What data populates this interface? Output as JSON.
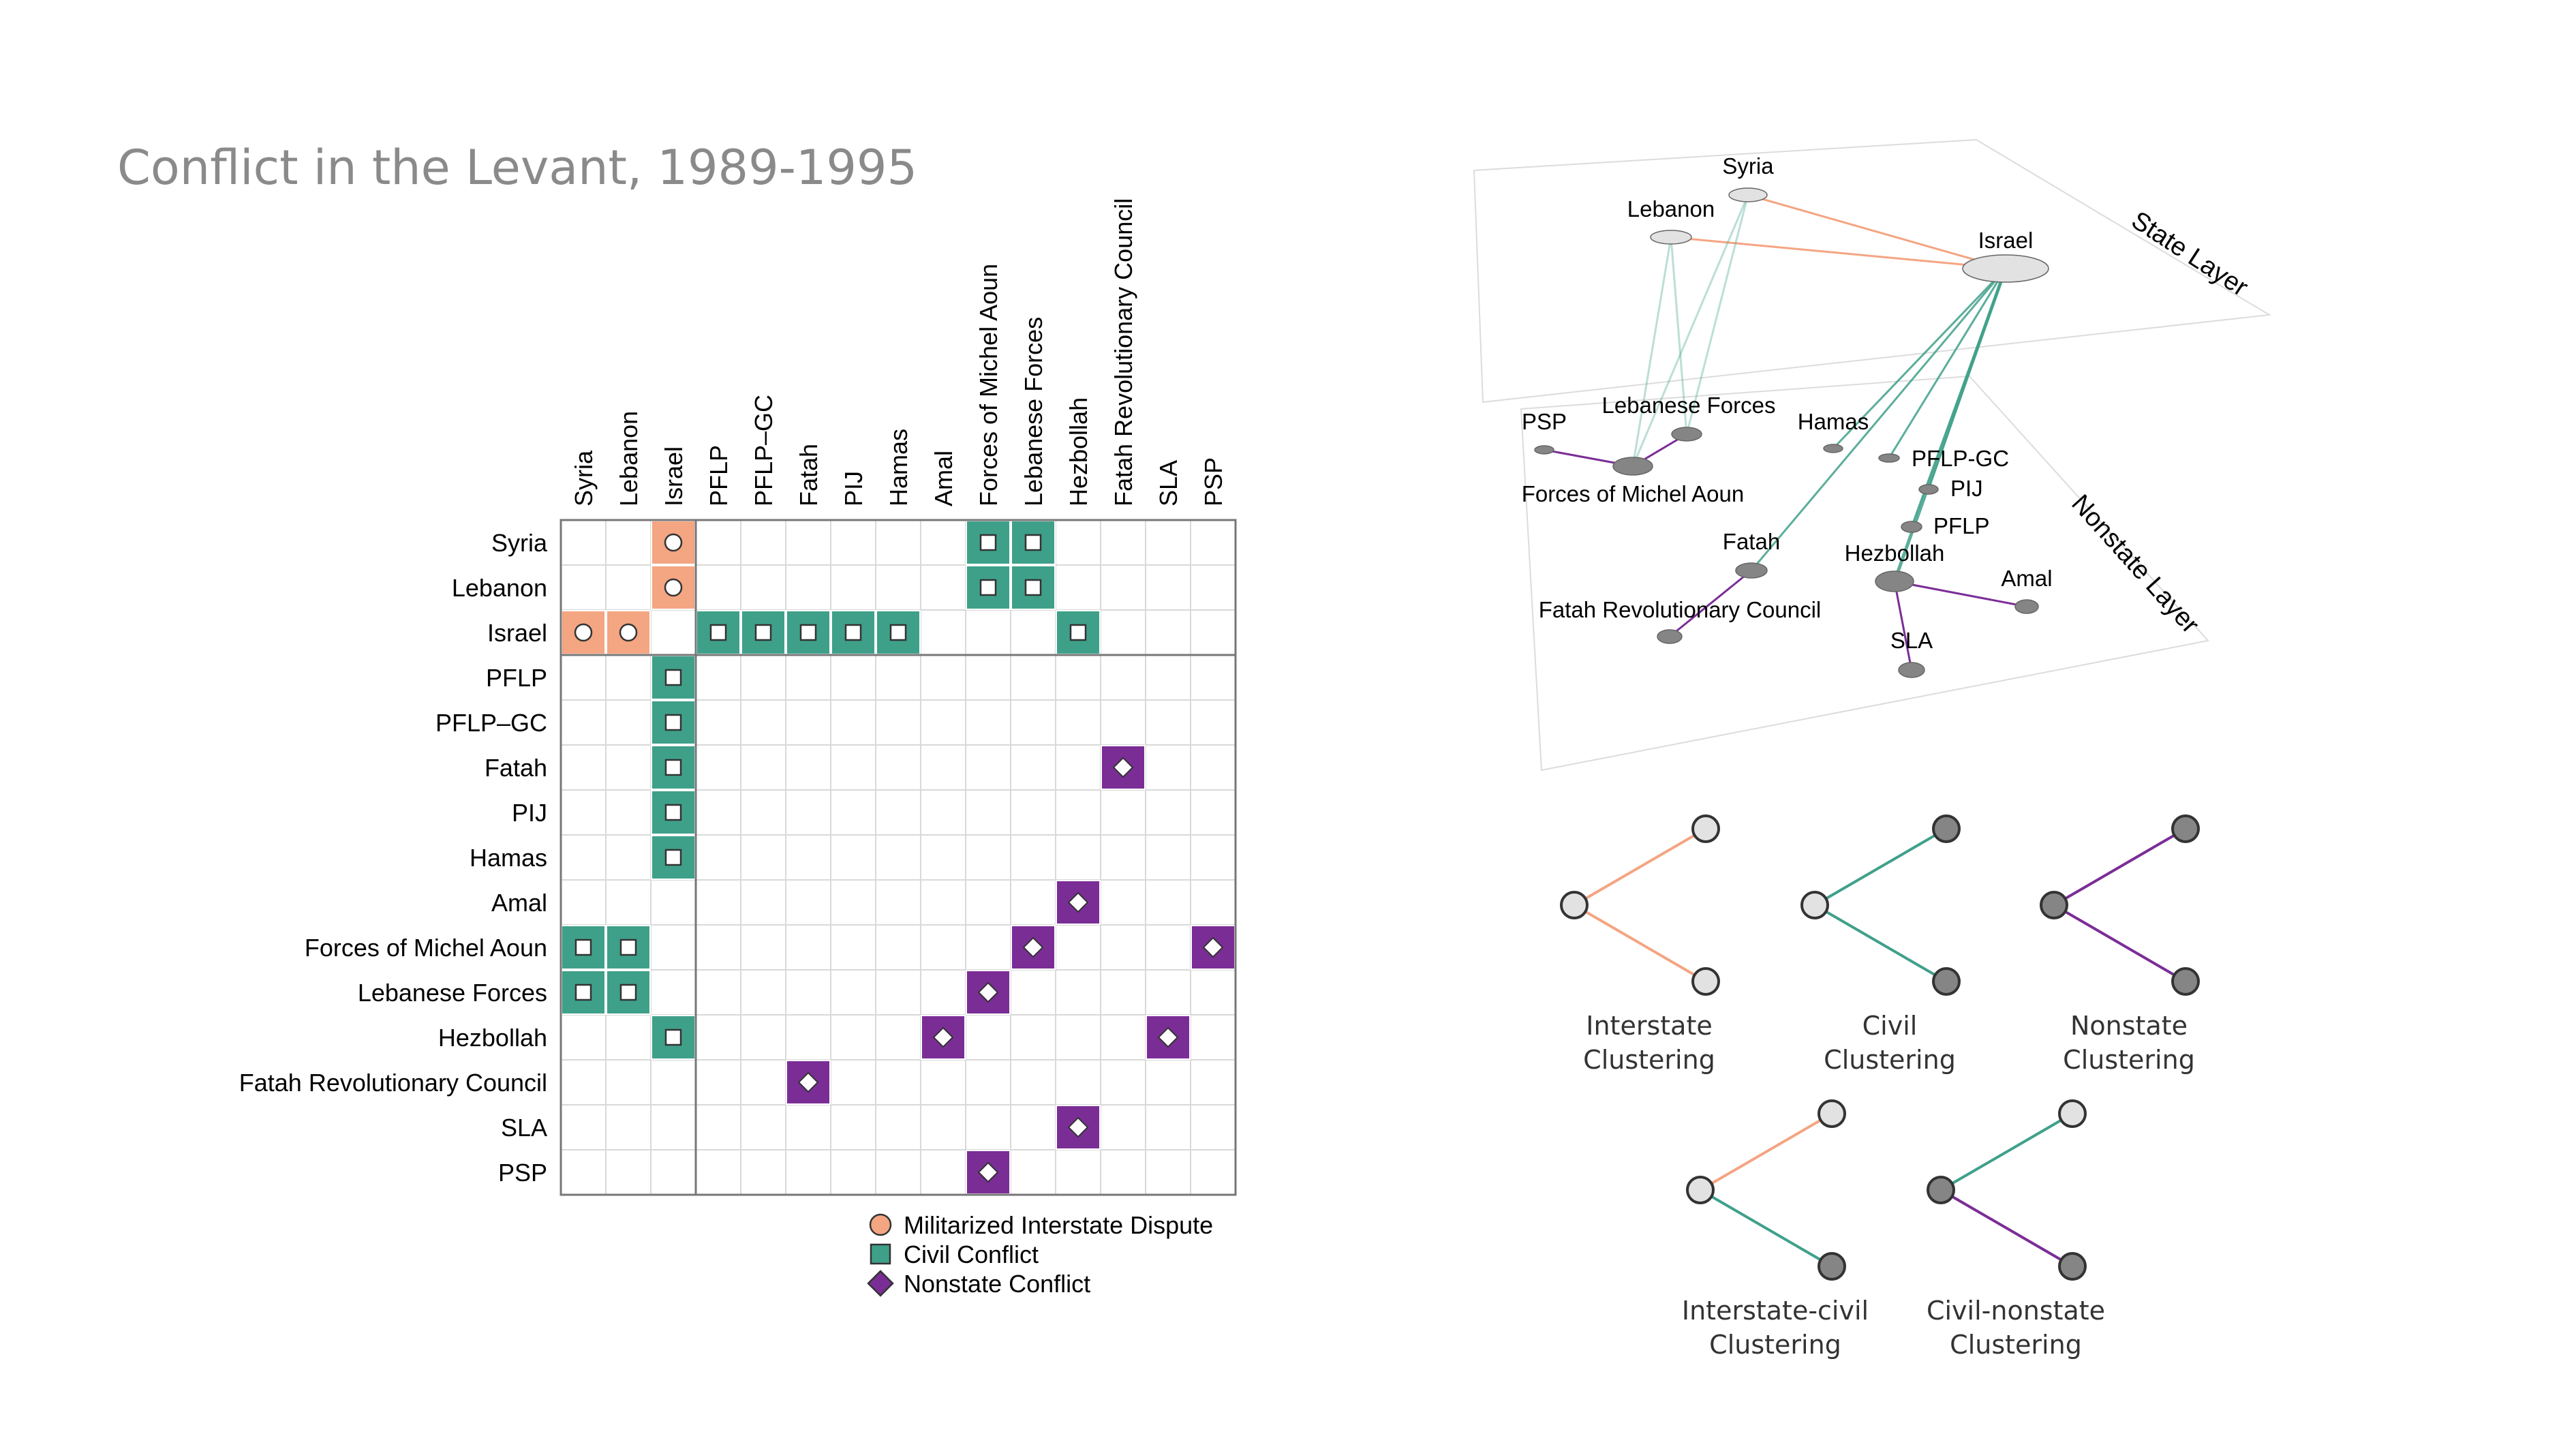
{
  "title": "Conflict in the Levant, 1989-1995",
  "colors": {
    "interstate": "#f4a582",
    "civil": "#3fa08a",
    "nonstate": "#7b2d96",
    "state_node": "#e2e2e2",
    "nonstate_node": "#858585",
    "grid": "#d9d9d9",
    "border": "#777777"
  },
  "chart_data": [
    {
      "type": "heatmap",
      "actors": [
        "Syria",
        "Lebanon",
        "Israel",
        "PFLP",
        "PFLP–GC",
        "Fatah",
        "PIJ",
        "Hamas",
        "Amal",
        "Forces of Michel Aoun",
        "Lebanese Forces",
        "Hezbollah",
        "Fatah Revolutionary Council",
        "SLA",
        "PSP"
      ],
      "state_count": 3,
      "legend": [
        {
          "key": "interstate",
          "label": "Militarized Interstate Dispute",
          "marker": "circle"
        },
        {
          "key": "civil",
          "label": "Civil Conflict",
          "marker": "square"
        },
        {
          "key": "nonstate",
          "label": "Nonstate Conflict",
          "marker": "diamond"
        }
      ],
      "legend_position": "bottom-right",
      "edges": [
        {
          "row": "Syria",
          "col": "Israel",
          "type": "interstate"
        },
        {
          "row": "Syria",
          "col": "Forces of Michel Aoun",
          "type": "civil"
        },
        {
          "row": "Syria",
          "col": "Lebanese Forces",
          "type": "civil"
        },
        {
          "row": "Lebanon",
          "col": "Israel",
          "type": "interstate"
        },
        {
          "row": "Lebanon",
          "col": "Forces of Michel Aoun",
          "type": "civil"
        },
        {
          "row": "Lebanon",
          "col": "Lebanese Forces",
          "type": "civil"
        },
        {
          "row": "Israel",
          "col": "Syria",
          "type": "interstate"
        },
        {
          "row": "Israel",
          "col": "Lebanon",
          "type": "interstate"
        },
        {
          "row": "Israel",
          "col": "PFLP",
          "type": "civil"
        },
        {
          "row": "Israel",
          "col": "PFLP–GC",
          "type": "civil"
        },
        {
          "row": "Israel",
          "col": "Fatah",
          "type": "civil"
        },
        {
          "row": "Israel",
          "col": "PIJ",
          "type": "civil"
        },
        {
          "row": "Israel",
          "col": "Hamas",
          "type": "civil"
        },
        {
          "row": "Israel",
          "col": "Hezbollah",
          "type": "civil"
        },
        {
          "row": "PFLP",
          "col": "Israel",
          "type": "civil"
        },
        {
          "row": "PFLP–GC",
          "col": "Israel",
          "type": "civil"
        },
        {
          "row": "Fatah",
          "col": "Israel",
          "type": "civil"
        },
        {
          "row": "Fatah",
          "col": "Fatah Revolutionary Council",
          "type": "nonstate"
        },
        {
          "row": "PIJ",
          "col": "Israel",
          "type": "civil"
        },
        {
          "row": "Hamas",
          "col": "Israel",
          "type": "civil"
        },
        {
          "row": "Amal",
          "col": "Hezbollah",
          "type": "nonstate"
        },
        {
          "row": "Forces of Michel Aoun",
          "col": "Syria",
          "type": "civil"
        },
        {
          "row": "Forces of Michel Aoun",
          "col": "Lebanon",
          "type": "civil"
        },
        {
          "row": "Forces of Michel Aoun",
          "col": "Lebanese Forces",
          "type": "nonstate"
        },
        {
          "row": "Forces of Michel Aoun",
          "col": "PSP",
          "type": "nonstate"
        },
        {
          "row": "Lebanese Forces",
          "col": "Syria",
          "type": "civil"
        },
        {
          "row": "Lebanese Forces",
          "col": "Lebanon",
          "type": "civil"
        },
        {
          "row": "Lebanese Forces",
          "col": "Forces of Michel Aoun",
          "type": "nonstate"
        },
        {
          "row": "Hezbollah",
          "col": "Israel",
          "type": "civil"
        },
        {
          "row": "Hezbollah",
          "col": "Amal",
          "type": "nonstate"
        },
        {
          "row": "Hezbollah",
          "col": "SLA",
          "type": "nonstate"
        },
        {
          "row": "Fatah Revolutionary Council",
          "col": "Fatah",
          "type": "nonstate"
        },
        {
          "row": "SLA",
          "col": "Hezbollah",
          "type": "nonstate"
        },
        {
          "row": "PSP",
          "col": "Forces of Michel Aoun",
          "type": "nonstate"
        }
      ]
    },
    {
      "type": "network",
      "layers": [
        "State Layer",
        "Nonstate Layer"
      ],
      "nodes": [
        {
          "id": "Syria",
          "layer": "state"
        },
        {
          "id": "Lebanon",
          "layer": "state"
        },
        {
          "id": "Israel",
          "layer": "state"
        },
        {
          "id": "PSP",
          "layer": "nonstate"
        },
        {
          "id": "Lebanese Forces",
          "layer": "nonstate"
        },
        {
          "id": "Forces of Michel Aoun",
          "layer": "nonstate"
        },
        {
          "id": "Hamas",
          "layer": "nonstate"
        },
        {
          "id": "PFLP-GC",
          "layer": "nonstate"
        },
        {
          "id": "PIJ",
          "layer": "nonstate"
        },
        {
          "id": "PFLP",
          "layer": "nonstate"
        },
        {
          "id": "Fatah",
          "layer": "nonstate"
        },
        {
          "id": "Hezbollah",
          "layer": "nonstate"
        },
        {
          "id": "Amal",
          "layer": "nonstate"
        },
        {
          "id": "Fatah Revolutionary Council",
          "layer": "nonstate"
        },
        {
          "id": "SLA",
          "layer": "nonstate"
        }
      ],
      "edges": [
        {
          "a": "Syria",
          "b": "Israel",
          "type": "interstate"
        },
        {
          "a": "Lebanon",
          "b": "Israel",
          "type": "interstate"
        },
        {
          "a": "Syria",
          "b": "Forces of Michel Aoun",
          "type": "civil"
        },
        {
          "a": "Syria",
          "b": "Lebanese Forces",
          "type": "civil"
        },
        {
          "a": "Lebanon",
          "b": "Forces of Michel Aoun",
          "type": "civil"
        },
        {
          "a": "Lebanon",
          "b": "Lebanese Forces",
          "type": "civil"
        },
        {
          "a": "Israel",
          "b": "Hamas",
          "type": "civil"
        },
        {
          "a": "Israel",
          "b": "PFLP-GC",
          "type": "civil"
        },
        {
          "a": "Israel",
          "b": "PIJ",
          "type": "civil"
        },
        {
          "a": "Israel",
          "b": "PFLP",
          "type": "civil"
        },
        {
          "a": "Israel",
          "b": "Fatah",
          "type": "civil"
        },
        {
          "a": "Israel",
          "b": "Hezbollah",
          "type": "civil"
        },
        {
          "a": "PSP",
          "b": "Forces of Michel Aoun",
          "type": "nonstate"
        },
        {
          "a": "Lebanese Forces",
          "b": "Forces of Michel Aoun",
          "type": "nonstate"
        },
        {
          "a": "Fatah",
          "b": "Fatah Revolutionary Council",
          "type": "nonstate"
        },
        {
          "a": "Hezbollah",
          "b": "Amal",
          "type": "nonstate"
        },
        {
          "a": "Hezbollah",
          "b": "SLA",
          "type": "nonstate"
        }
      ]
    },
    {
      "type": "diagram",
      "motifs": [
        {
          "label": "Interstate\nClustering",
          "apex": "state",
          "top": "state",
          "bottom": "state",
          "top_edge": "interstate",
          "bottom_edge": "interstate"
        },
        {
          "label": "Civil\nClustering",
          "apex": "state",
          "top": "nonstate",
          "bottom": "nonstate",
          "top_edge": "civil",
          "bottom_edge": "civil"
        },
        {
          "label": "Nonstate\nClustering",
          "apex": "nonstate",
          "top": "nonstate",
          "bottom": "nonstate",
          "top_edge": "nonstate",
          "bottom_edge": "nonstate"
        },
        {
          "label": "Interstate-civil\nClustering",
          "apex": "state",
          "top": "state",
          "bottom": "nonstate",
          "top_edge": "interstate",
          "bottom_edge": "civil"
        },
        {
          "label": "Civil-nonstate\nClustering",
          "apex": "nonstate",
          "top": "state",
          "bottom": "nonstate",
          "top_edge": "civil",
          "bottom_edge": "nonstate"
        }
      ]
    }
  ]
}
